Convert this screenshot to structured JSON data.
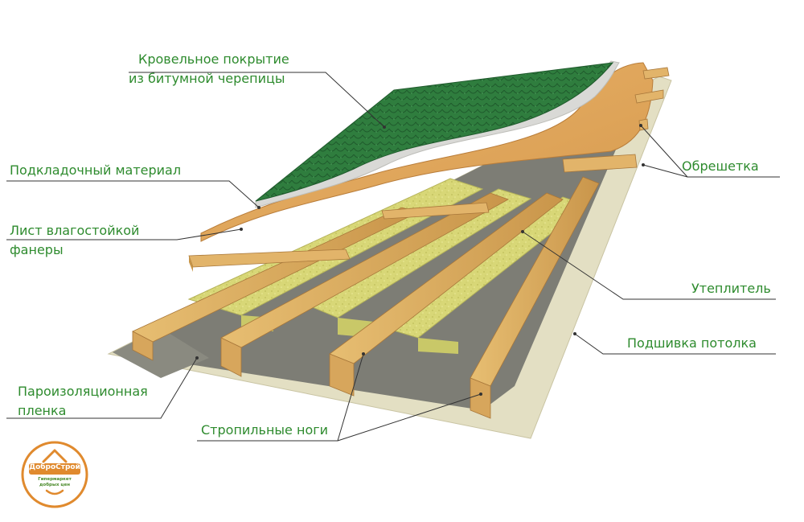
{
  "labels": {
    "roof_covering_line1": "Кровельное покрытие",
    "roof_covering_line2": "из битумной черепицы",
    "underlay": "Подкладочный материал",
    "plywood_line1": "Лист влагостойкой",
    "plywood_line2": "фанеры",
    "battens": "Обрешетка",
    "insulation": "Утеплитель",
    "ceiling_lining": "Подшивка потолка",
    "vapor_film_line1": "Пароизоляционная",
    "vapor_film_line2": "пленка",
    "rafters": "Стропильные ноги"
  },
  "logo": {
    "name": "ДоброСтрой",
    "tagline_line1": "Гипермаркет",
    "tagline_line2": "добрых цен"
  },
  "colors": {
    "label_text": "#2e8b2e",
    "leader_line": "#333333",
    "shingles": "#2f7d3e",
    "underlay": "#d9d9d6",
    "plywood": "#e4a85c",
    "timber": "#dcb066",
    "insulation": "#d8d777",
    "vapor_film": "#7d7d75",
    "ceiling_lining": "#e3dfc3",
    "logo_accent": "#e08a2e"
  }
}
